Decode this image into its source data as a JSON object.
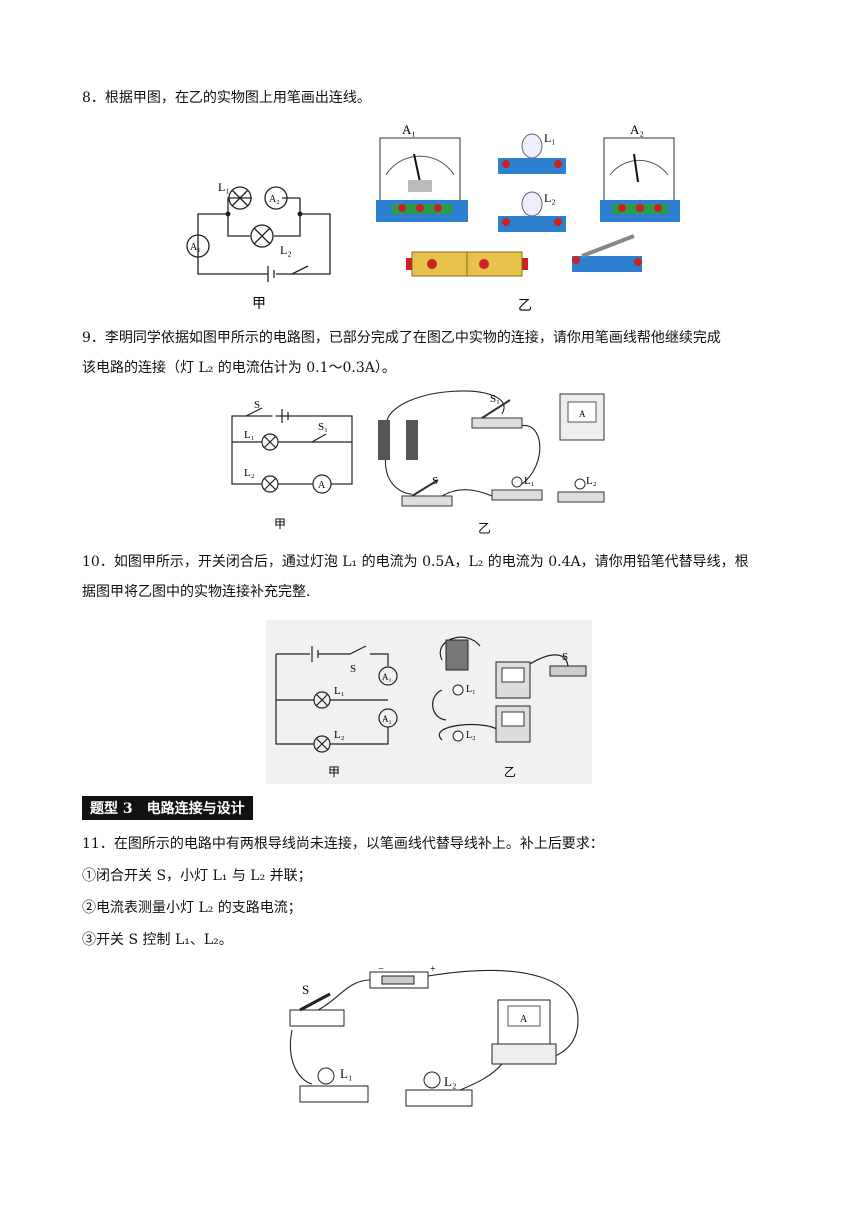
{
  "q8": {
    "text": "8．根据甲图，在乙的实物图上用笔画出连线。",
    "fig_jia": {
      "labels": [
        "L₁",
        "A₂",
        "A₁",
        "L₂"
      ],
      "caption": "甲"
    },
    "fig_yi": {
      "labels": [
        "A₁",
        "L₁",
        "A₂",
        "L₂"
      ],
      "caption": "乙"
    }
  },
  "q9": {
    "line1": "9．李明同学依据如图甲所示的电路图，已部分完成了在图乙中实物的连接，请你用笔画线帮他继续完成",
    "line2": "该电路的连接（灯 L₂ 的电流估计为 0.1～0.3A）。",
    "fig_jia": {
      "labels": [
        "S",
        "L₁",
        "S₁",
        "L₂",
        "A"
      ],
      "caption": "甲"
    },
    "fig_yi": {
      "labels": [
        "S₁",
        "S",
        "L₁",
        "L₂"
      ],
      "caption": "乙"
    }
  },
  "q10": {
    "line1": "10．如图甲所示，开关闭合后，通过灯泡 L₁ 的电流为 0.5A，L₂ 的电流为 0.4A，请你用铅笔代替导线，根",
    "line2": "据图甲将乙图中的实物连接补充完整.",
    "fig": {
      "labels": [
        "S",
        "A₁",
        "L₁",
        "A₂",
        "L₂"
      ],
      "caption_jia": "甲",
      "caption_yi": "乙",
      "yi_labels": [
        "S",
        "L₁",
        "L₂"
      ]
    }
  },
  "banner": "题型 3　电路连接与设计",
  "q11": {
    "line1": "11．在图所示的电路中有两根导线尚未连接，以笔画线代替导线补上。补上后要求：",
    "req1": "①闭合开关 S，小灯 L₁ 与 L₂ 并联；",
    "req2": "②电流表测量小灯 L₂ 的支路电流；",
    "req3": "③开关 S 控制 L₁、L₂。",
    "fig": {
      "labels": [
        "S",
        "L₁",
        "L₂",
        "A",
        "−",
        "+"
      ]
    }
  }
}
